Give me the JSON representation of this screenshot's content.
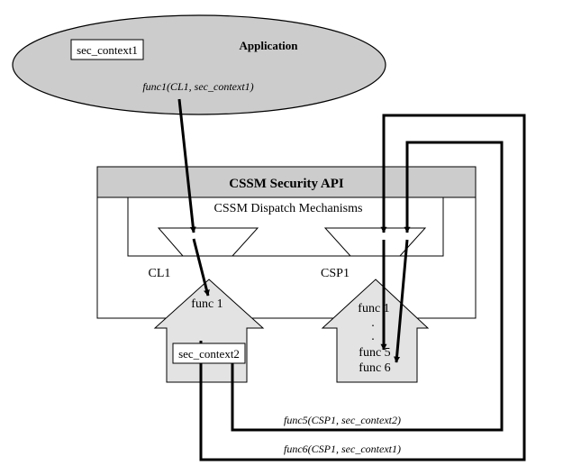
{
  "application": {
    "title": "Application",
    "context_box": "sec_context1",
    "call": "func1(CL1, sec_context1)"
  },
  "cssm": {
    "api_title": "CSSM Security API",
    "dispatch_title": "CSSM Dispatch Mechanisms",
    "cl_label": "CL1",
    "csp_label": "CSP1"
  },
  "cl_module": {
    "func": "func 1",
    "context_box": "sec_context2"
  },
  "csp_module": {
    "func1": "func 1",
    "dot1": ".",
    "dot2": ".",
    "func5": "func 5",
    "func6": "func 6"
  },
  "calls": {
    "func5_call": "func5(CSP1, sec_context2)",
    "func6_call": "func6(CSP1, sec_context1)"
  },
  "colors": {
    "fill_gray": "#cccccc",
    "fill_light": "#e3e3e3",
    "stroke": "#000000"
  }
}
